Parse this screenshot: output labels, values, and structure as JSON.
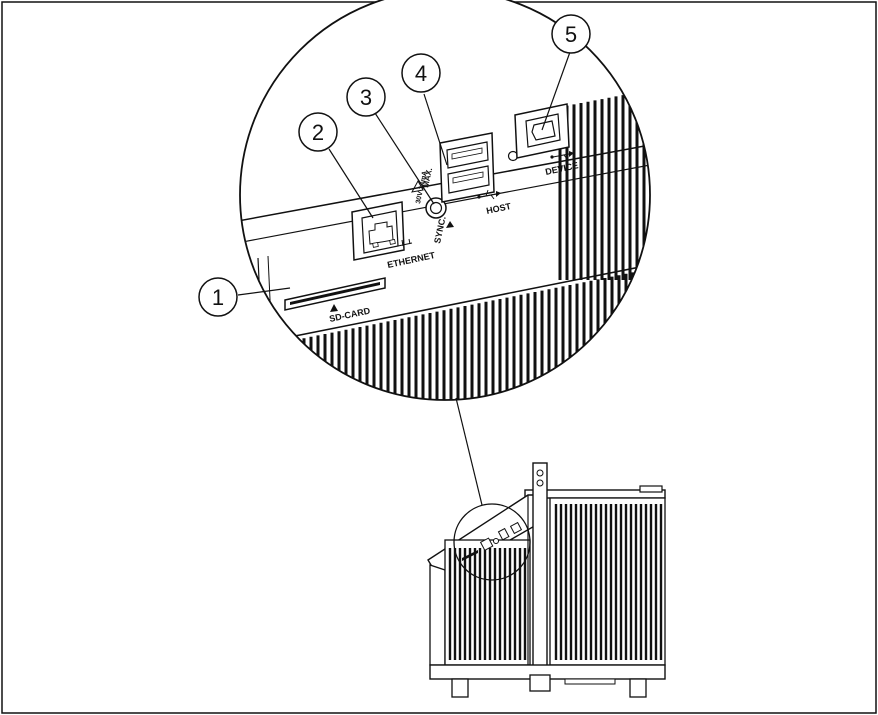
{
  "callouts": [
    {
      "number": "1"
    },
    {
      "number": "2"
    },
    {
      "number": "3"
    },
    {
      "number": "4"
    },
    {
      "number": "5"
    }
  ],
  "port_labels": {
    "sd_card": "SD-CARD",
    "ethernet": "ETHERNET",
    "sync": "SYNC.",
    "host": "HOST",
    "device": "DEVICE",
    "warning_max": "MAX.",
    "warning_rating": "30V 14mA"
  },
  "colors": {
    "line": "#111111",
    "background": "#ffffff"
  },
  "icons": [
    "usb-icon",
    "network-icon",
    "warning-triangle-icon"
  ]
}
